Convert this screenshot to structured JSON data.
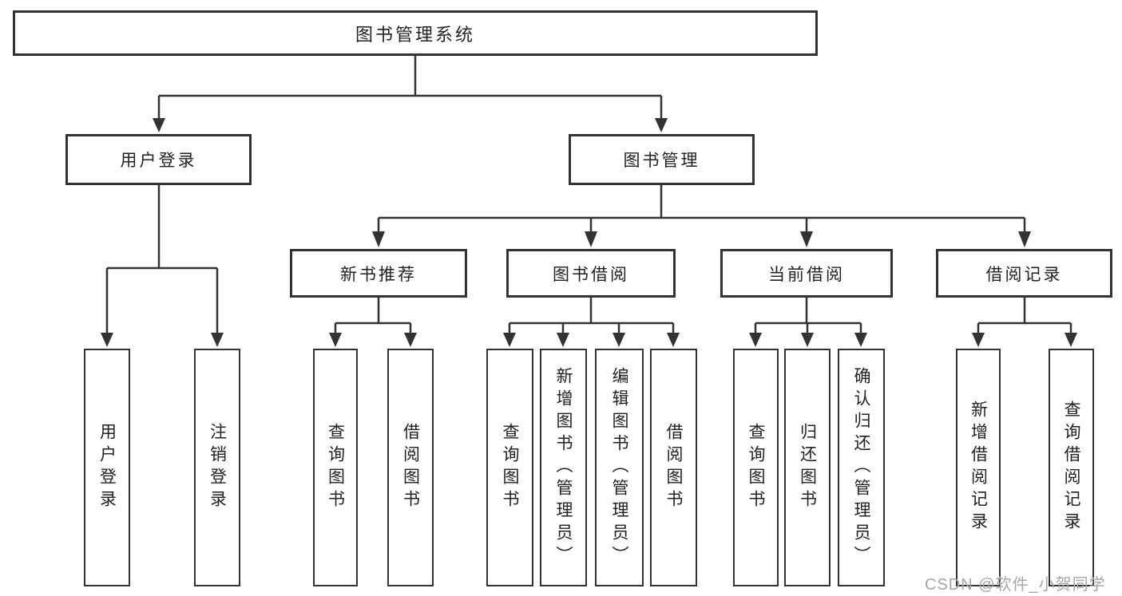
{
  "colors": {
    "line": "#333333",
    "text": "#222222",
    "watermark": "#a6a6a6",
    "background": "#ffffff"
  },
  "watermark": "CSDN @软件_小贺同学",
  "tree": {
    "root": {
      "label": "图书管理系统",
      "children": [
        {
          "label": "用户登录",
          "children": [
            {
              "label": "用户登录"
            },
            {
              "label": "注销登录"
            }
          ]
        },
        {
          "label": "图书管理",
          "children": [
            {
              "label": "新书推荐",
              "children": [
                {
                  "label": "查询图书"
                },
                {
                  "label": "借阅图书"
                }
              ]
            },
            {
              "label": "图书借阅",
              "children": [
                {
                  "label": "查询图书"
                },
                {
                  "label": "新增图书（管理员）"
                },
                {
                  "label": "编辑图书（管理员）"
                },
                {
                  "label": "借阅图书"
                }
              ]
            },
            {
              "label": "当前借阅",
              "children": [
                {
                  "label": "查询图书"
                },
                {
                  "label": "归还图书"
                },
                {
                  "label": "确认归还（管理员）"
                }
              ]
            },
            {
              "label": "借阅记录",
              "children": [
                {
                  "label": "新增借阅记录"
                },
                {
                  "label": "查询借阅记录"
                }
              ]
            }
          ]
        }
      ]
    }
  }
}
